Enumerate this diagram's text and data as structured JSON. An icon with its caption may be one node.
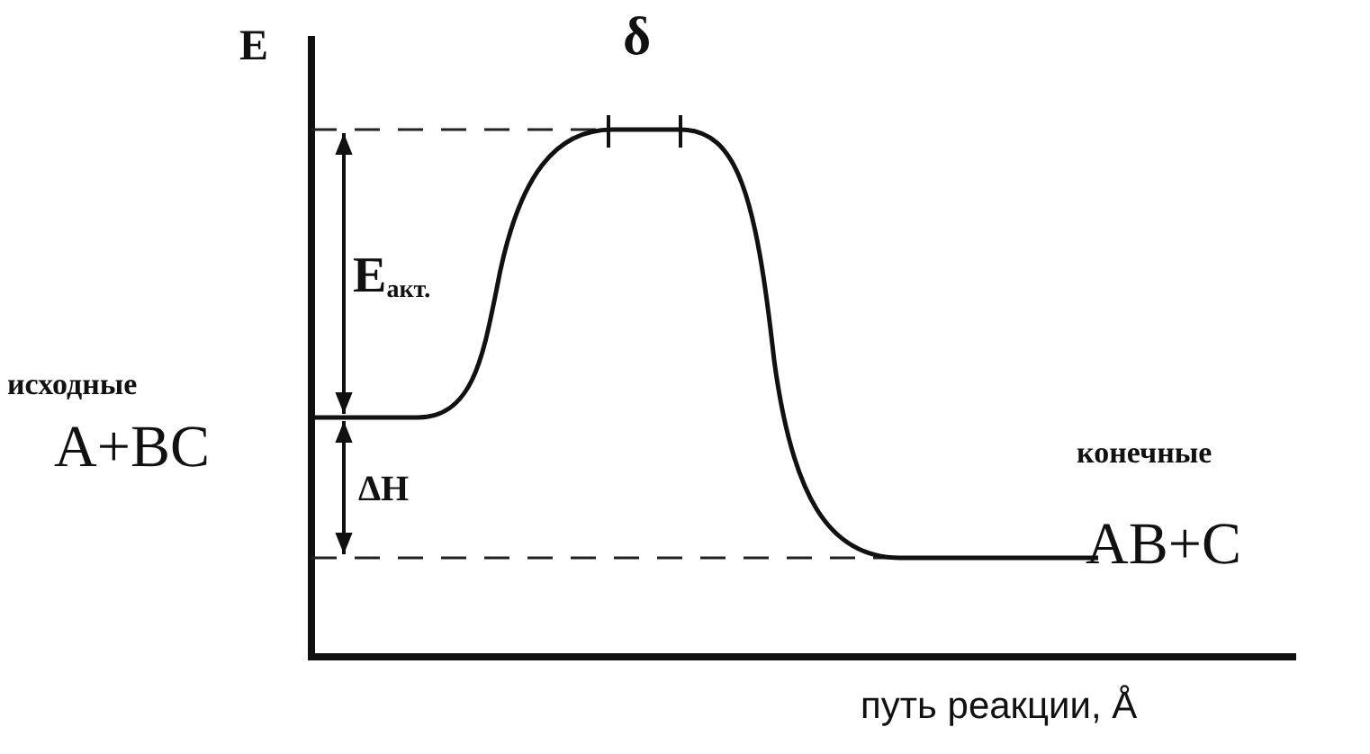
{
  "diagram": {
    "labels": [
      "E",
      "δ",
      "E$_{акт.}$",
      "исходные",
      "A+BC",
      "ΔH",
      "конечные",
      "AB+C",
      "путь реакции, Å"
    ]
  }
}
